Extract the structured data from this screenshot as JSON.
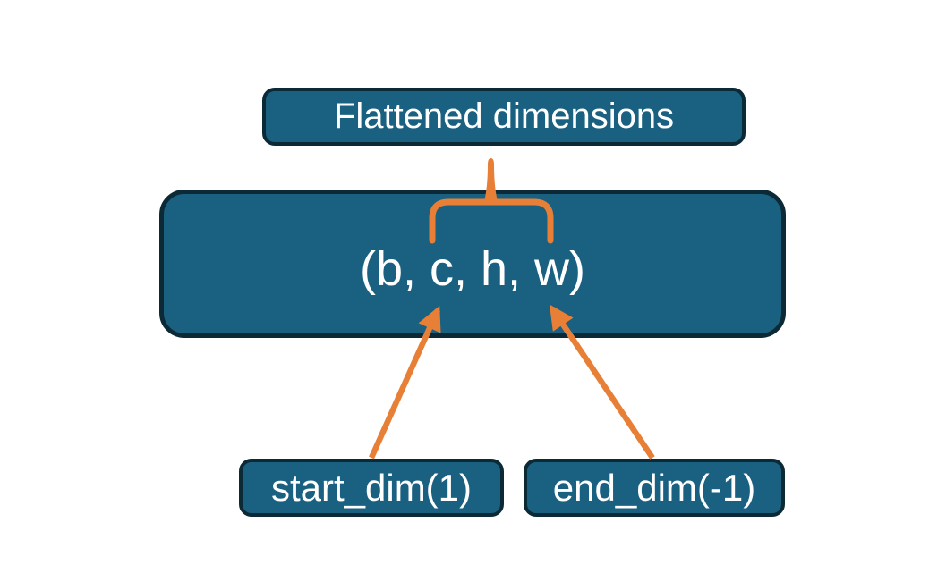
{
  "diagram": {
    "type": "annotation-diagram",
    "boxes": {
      "flattened": {
        "label": "Flattened dimensions"
      },
      "tensor": {
        "label": "(b, c, h, w)"
      },
      "start_dim": {
        "label": "start_dim(1)"
      },
      "end_dim": {
        "label": "end_dim(-1)"
      }
    },
    "connectors": {
      "brace_note": "orange brace grouping c..w pointing up to flattened box",
      "arrow_start_note": "arrow from start_dim(1) box to dimension c",
      "arrow_end_note": "arrow from end_dim(-1) box to dimension w"
    },
    "colors": {
      "box_fill": "#1a6080",
      "box_border": "#0c2a36",
      "accent": "#e87f36",
      "text": "#ffffff",
      "background": "#ffffff"
    }
  }
}
